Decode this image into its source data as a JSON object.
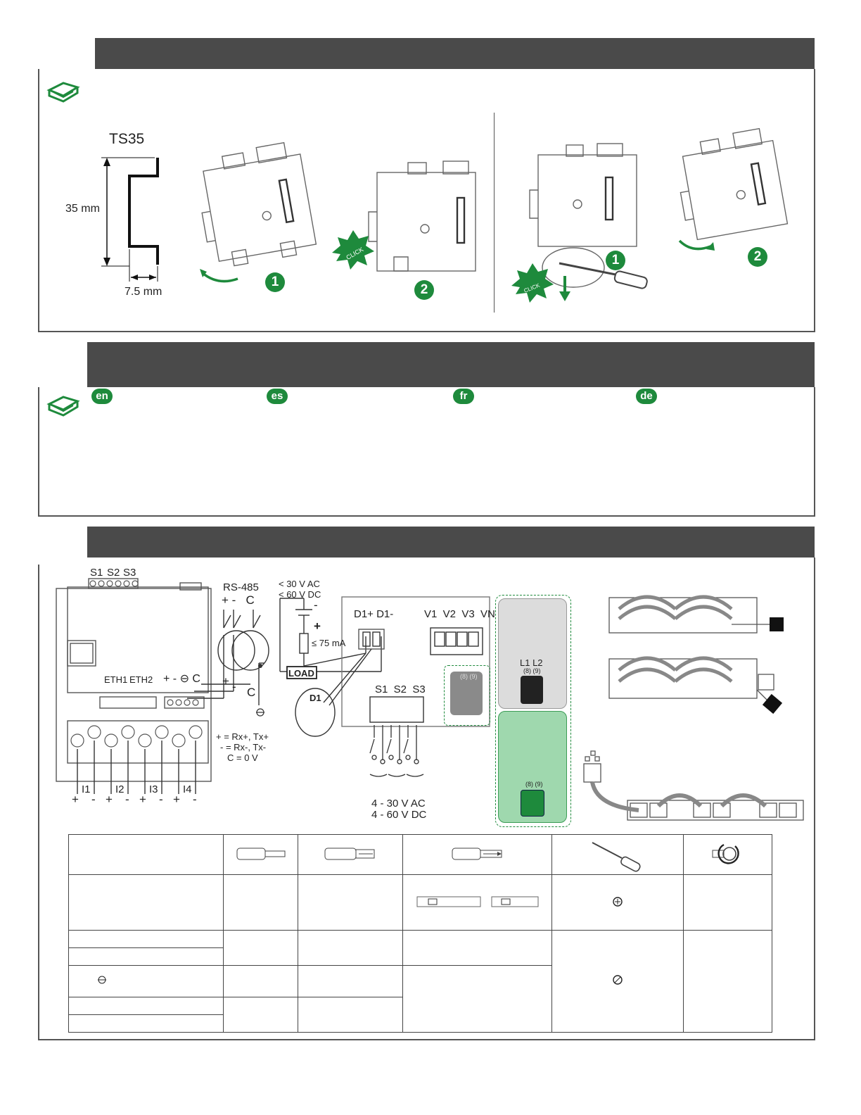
{
  "section1": {
    "rail_name": "TS35",
    "rail_height": "35 mm",
    "rail_depth": "7.5 mm",
    "mount_steps": [
      "1",
      "2"
    ],
    "remove_steps": [
      "1",
      "2"
    ],
    "click_label": "CLICK"
  },
  "section2": {
    "languages": [
      "en",
      "es",
      "fr",
      "de"
    ]
  },
  "section3": {
    "module_left": {
      "status_inputs": [
        "S1",
        "S2",
        "S3"
      ],
      "eth_labels": [
        "ETH1",
        "ETH2"
      ],
      "rs485_pins": "+ - ⊖ C",
      "current_inputs": [
        "I1",
        "I2",
        "I3",
        "I4"
      ],
      "polarity": [
        "+",
        "-",
        "+",
        "-",
        "+",
        "-",
        "+",
        "-"
      ]
    },
    "rs485": {
      "title": "RS-485",
      "top_pins": "+ -   C",
      "mid_plus": "+",
      "mid_minus": "-",
      "mid_c": "C",
      "legend": [
        "+ = Rx+, Tx+",
        "- = Rx-, Tx-",
        "C = 0 V"
      ]
    },
    "digital_output": {
      "supply": [
        "< 30 V AC",
        "< 60 V DC"
      ],
      "minus": "-",
      "plus": "+",
      "current": "≤ 75 mA",
      "load": "LOAD",
      "d1_label": "D1",
      "header": "D1+ D1-"
    },
    "voltage": {
      "header": "V1  V2  V3  VN"
    },
    "status": {
      "header": "S1  S2  S3",
      "range": [
        "4 - 30 V AC",
        "4 - 60 V DC"
      ]
    },
    "power": {
      "label": "L1 L2",
      "sub": "(8) (9)",
      "sub2": "(8) (9)",
      "sub3": "(8) (9)"
    }
  },
  "colors": {
    "header_bar": "#4a4a4a",
    "brand_green": "#1e8a3c",
    "panel_gray": "#dcdcdc",
    "panel_green": "#9fd8ae"
  }
}
